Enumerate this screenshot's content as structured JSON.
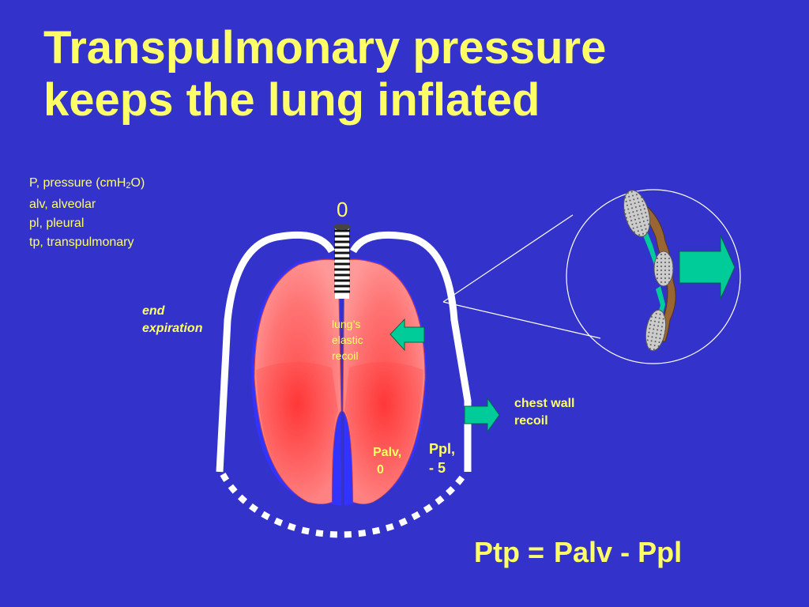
{
  "title": {
    "line1": "Transpulmonary pressure",
    "line2": "keeps the lung inflated"
  },
  "legend": {
    "line1_prefix": "P, pressure (cmH",
    "line1_sub": "2",
    "line1_suffix": "O)",
    "line2": "alv, alveolar",
    "line3": "pl, pleural",
    "line4": "tp, transpulmonary"
  },
  "labels": {
    "end_expiration_line1": "end",
    "end_expiration_line2": "expiration",
    "airway_pressure": "0",
    "elastic_line1": "lung’s",
    "elastic_line2": "elastic",
    "elastic_line3": "recoil",
    "chest_line1": "chest wall",
    "chest_line2": "recoil",
    "palv_line1": "Palv,",
    "palv_line2": "0",
    "ppl_line1": "Ppl,",
    "ppl_line2": "- 5"
  },
  "formula": {
    "lhs": "Ptp =",
    "rhs": "Palv - Ppl"
  },
  "colors": {
    "background": "#3333cc",
    "text": "#ffff66",
    "arrow": "#00cc99",
    "lung": "#ff8080"
  }
}
